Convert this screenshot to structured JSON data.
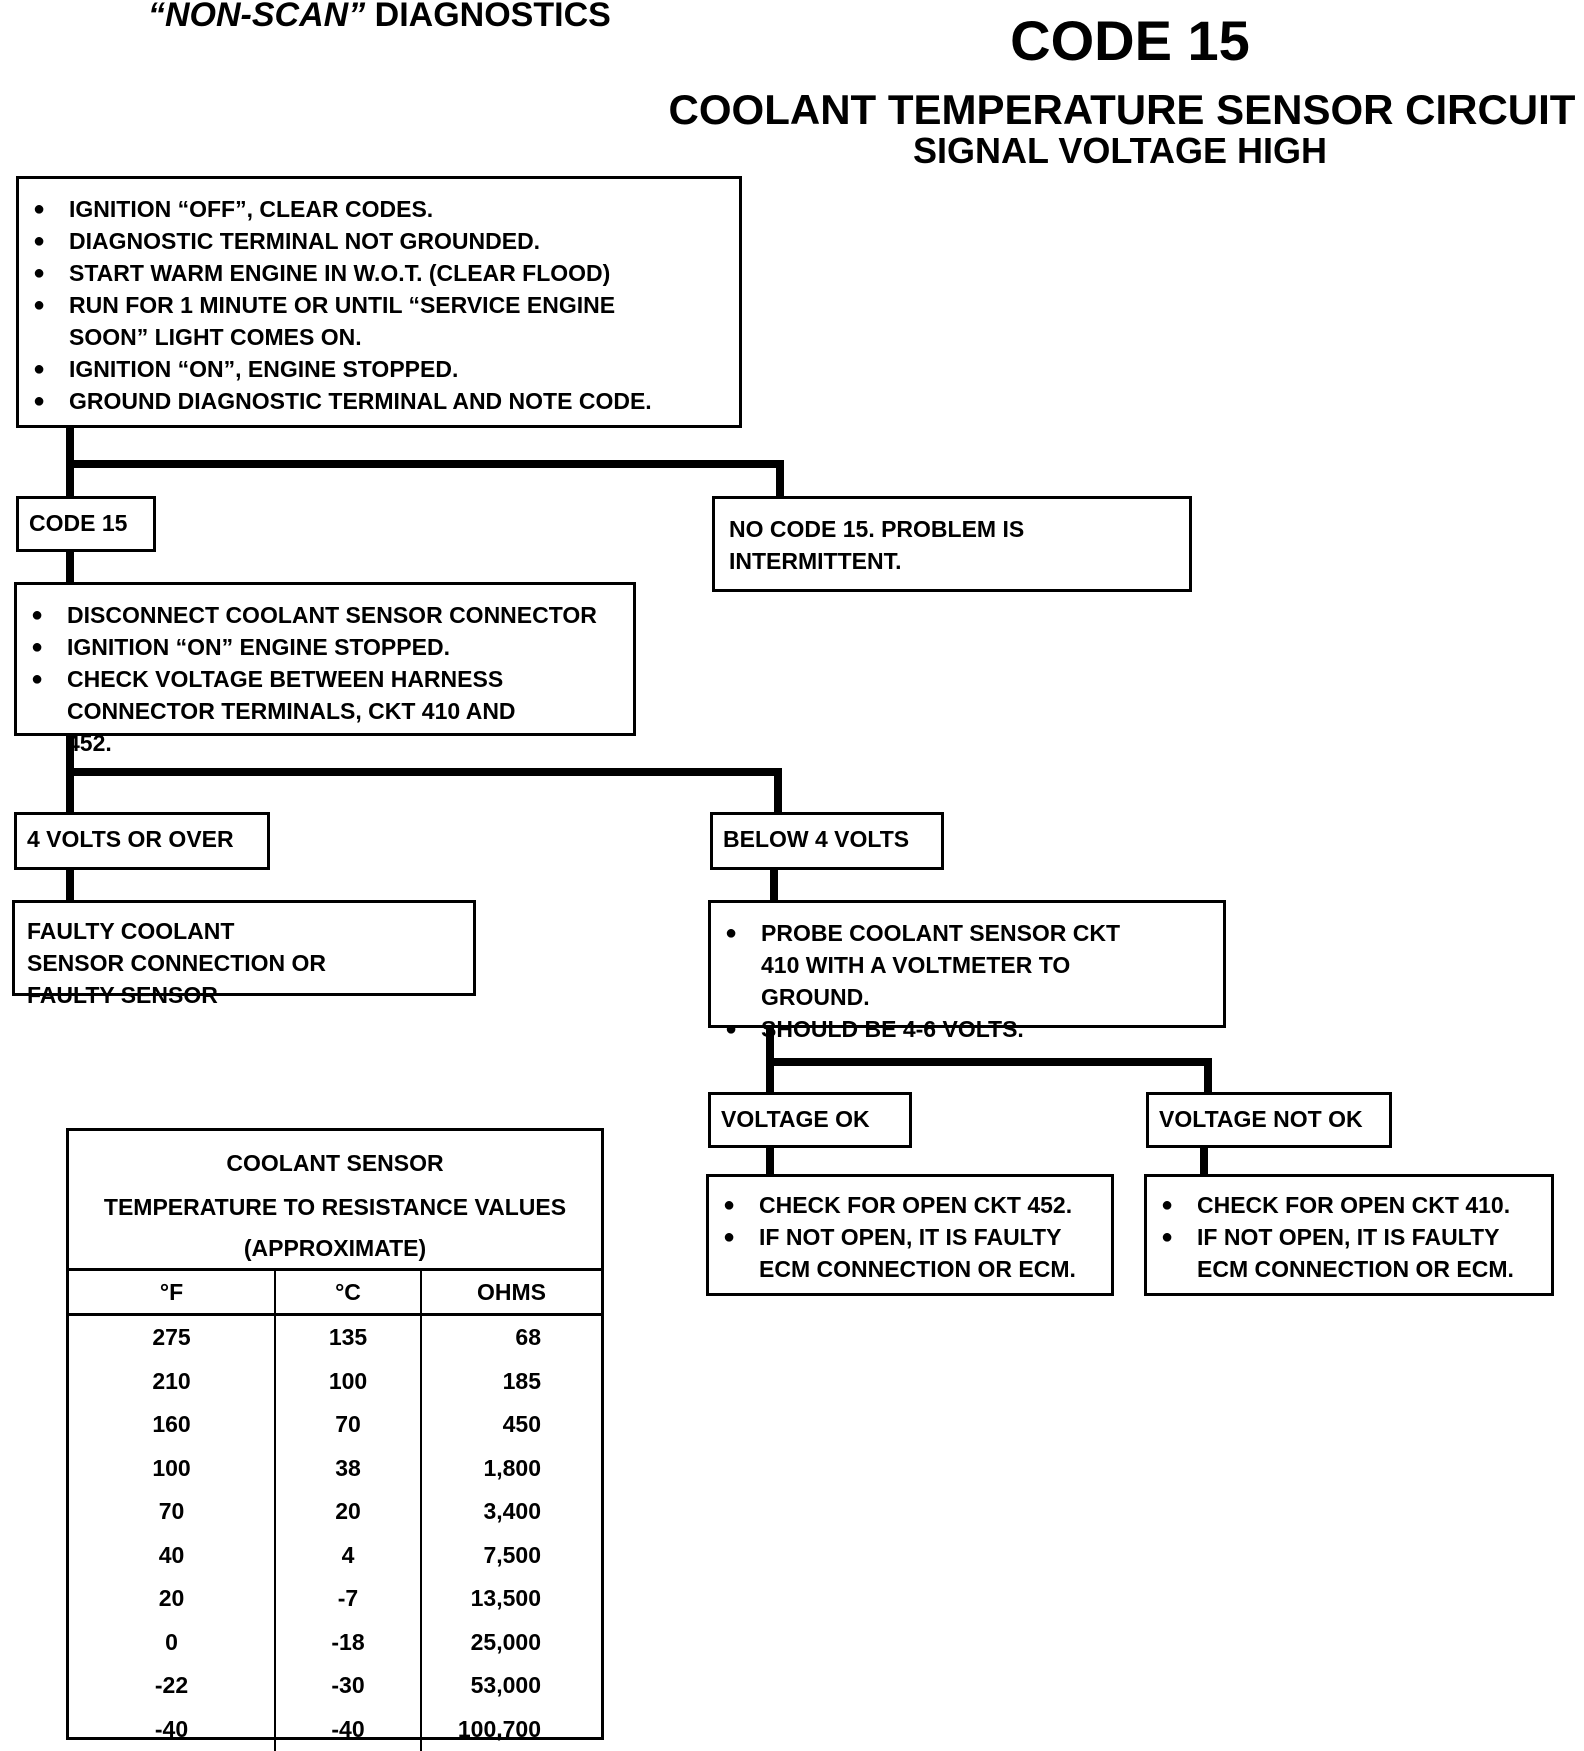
{
  "header": {
    "left_quoted": "“NON-SCAN”",
    "left_rest": "DIAGNOSTICS",
    "code": "CODE 15",
    "title": "COOLANT TEMPERATURE SENSOR CIRCUIT",
    "subtitle": "SIGNAL VOLTAGE HIGH"
  },
  "flow": {
    "step1": [
      "IGNITION “OFF”, CLEAR CODES.",
      "DIAGNOSTIC TERMINAL NOT GROUNDED.",
      "START WARM ENGINE IN W.O.T. (CLEAR FLOOD)",
      "RUN FOR 1 MINUTE OR UNTIL “SERVICE ENGINE SOON” LIGHT COMES ON.",
      "IGNITION “ON”, ENGINE STOPPED.",
      "GROUND DIAGNOSTIC TERMINAL AND NOTE CODE."
    ],
    "branch_code15": "CODE 15",
    "branch_no_code": "NO CODE 15.  PROBLEM IS INTERMITTENT.",
    "step2": [
      "DISCONNECT COOLANT SENSOR CONNECTOR",
      "IGNITION “ON” ENGINE STOPPED.",
      "CHECK VOLTAGE BETWEEN HARNESS CONNECTOR TERMINALS, CKT 410 AND 452."
    ],
    "branch_4v_over": "4 VOLTS OR OVER",
    "branch_below_4v": "BELOW 4 VOLTS",
    "result_faulty": "FAULTY COOLANT SENSOR CONNECTION OR FAULTY SENSOR",
    "step3": [
      "PROBE COOLANT SENSOR CKT 410 WITH A VOLTMETER TO GROUND.",
      "SHOULD BE 4-6 VOLTS."
    ],
    "branch_voltage_ok": "VOLTAGE OK",
    "branch_voltage_not_ok": "VOLTAGE NOT OK",
    "result_ok": [
      "CHECK FOR OPEN CKT 452.",
      "IF NOT OPEN, IT IS FAULTY ECM CONNECTION OR ECM."
    ],
    "result_not_ok": [
      "CHECK FOR OPEN CKT 410.",
      "IF NOT OPEN, IT IS FAULTY ECM CONNECTION OR ECM."
    ]
  },
  "table": {
    "title1": "COOLANT SENSOR",
    "title2": "TEMPERATURE TO RESISTANCE VALUES",
    "title3": "(APPROXIMATE)",
    "headers": [
      "°F",
      "°C",
      "OHMS"
    ],
    "rows": [
      [
        "275",
        "135",
        "68"
      ],
      [
        "210",
        "100",
        "185"
      ],
      [
        "160",
        "70",
        "450"
      ],
      [
        "100",
        "38",
        "1,800"
      ],
      [
        "70",
        "20",
        "3,400"
      ],
      [
        "40",
        "4",
        "7,500"
      ],
      [
        "20",
        "-7",
        "13,500"
      ],
      [
        "0",
        "-18",
        "25,000"
      ],
      [
        "-22",
        "-30",
        "53,000"
      ],
      [
        "-40",
        "-40",
        "100,700"
      ]
    ]
  }
}
